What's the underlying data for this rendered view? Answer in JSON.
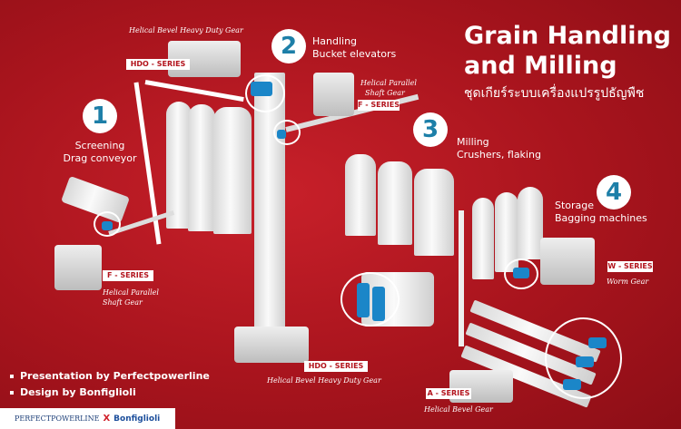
{
  "title": {
    "line1": "Grain Handling",
    "line2": "and Milling",
    "thai": "ชุดเกียร์ระบบเครื่องแปรรูปธัญพืช"
  },
  "steps": [
    {
      "num": "1",
      "line1": "Screening",
      "line2": "Drag conveyor"
    },
    {
      "num": "2",
      "line1": "Handling",
      "line2": "Bucket elevators"
    },
    {
      "num": "3",
      "line1": "Milling",
      "line2": "Crushers, flaking"
    },
    {
      "num": "4",
      "line1": "Storage",
      "line2": "Bagging machines"
    }
  ],
  "gears": {
    "hdo_top": {
      "series": "HDO - SERIES",
      "name": "Helical Bevel Heavy Duty Gear"
    },
    "f_top": {
      "series": "F - SERIES",
      "name1": "Helical Parallel",
      "name2": "Shaft Gear"
    },
    "f_bottom": {
      "series": "F - SERIES",
      "name1": "Helical Parallel",
      "name2": "Shaft Gear"
    },
    "hdo_bottom": {
      "series": "HDO - SERIES",
      "name": "Helical Bevel Heavy Duty Gear"
    },
    "w": {
      "series": "W - SERIES",
      "name": "Worm Gear"
    },
    "a": {
      "series": "A - SERIES",
      "name": "Helical Bevel Gear"
    }
  },
  "credits": [
    "Presentation by Perfectpowerline",
    "Design by Bonfiglioli"
  ],
  "footer": {
    "brand1": "PERFECTPOWERLINE",
    "x": "X",
    "brand2": "Bonfiglioli"
  },
  "colors": {
    "background": "#b3141d",
    "accent": "#1d7fa8",
    "motor": "#1b86c8"
  }
}
